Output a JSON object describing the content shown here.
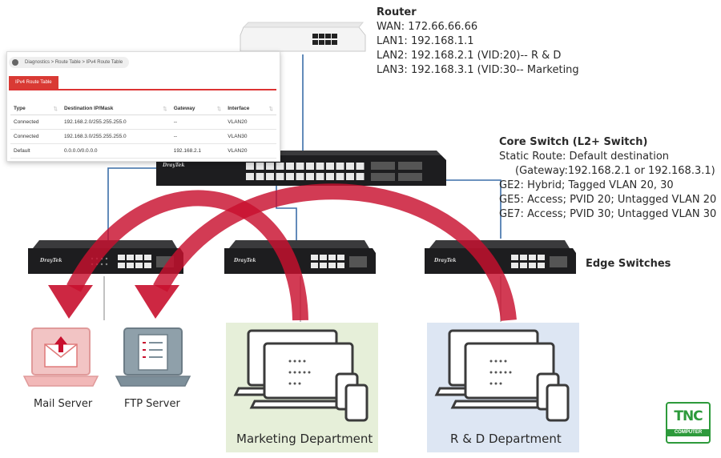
{
  "router": {
    "title": "Router",
    "lines": [
      "WAN: 172.66.66.66",
      "LAN1: 192.168.1.1",
      "LAN2: 192.168.2.1 (VID:20)-- R & D",
      "LAN3: 192.168.3.1 (VID:30-- Marketing"
    ]
  },
  "core_switch": {
    "title": "Core Switch (L2+ Switch)",
    "lines": [
      "Static Route: Default destination",
      "(Gateway:192.168.2.1 or 192.168.3.1)",
      "GE2: Hybrid; Tagged VLAN 20, 30",
      "GE5: Access; PVID 20; Untagged VLAN 20",
      "GE7: Access; PVID 30; Untagged VLAN 30"
    ],
    "brand": "DrayTek"
  },
  "edge_switches": {
    "label": "Edge Switches",
    "brand": "DrayTek"
  },
  "route_panel": {
    "breadcrumb": "Diagnostics > Route Table > IPv4 Route Table",
    "tab": "IPv4 Route Table",
    "columns": [
      "Type",
      "Destination IP/Mask",
      "Gateway",
      "Interface"
    ],
    "rows": [
      [
        "Connected",
        "192.168.2.0/255.255.255.0",
        "--",
        "VLAN20"
      ],
      [
        "Connected",
        "192.168.3.0/255.255.255.0",
        "--",
        "VLAN30"
      ],
      [
        "Default",
        "0.0.0.0/0.0.0.0",
        "192.168.2.1",
        "VLAN20"
      ]
    ]
  },
  "servers": {
    "mail": "Mail Server",
    "ftp": "FTP Server"
  },
  "departments": {
    "marketing": "Marketing Department",
    "rd": "R & D Department"
  },
  "logo": {
    "top": "TNC",
    "bottom": "COMPUTER"
  },
  "colors": {
    "arrow": "#c8102e",
    "marketing_bg": "#e6efd9",
    "rd_bg": "#dde6f3",
    "link_line": "#3b6ea8",
    "mail_icon": "#f2b8b8",
    "ftp_icon": "#7d8f9a",
    "logo_green": "#2d9a3b"
  }
}
